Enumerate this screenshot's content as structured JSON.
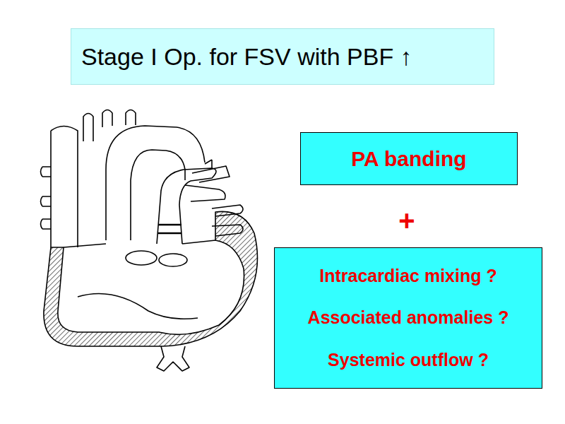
{
  "diagram": {
    "title": "Stage I Op. for FSV with PBF ↑",
    "nodes": [
      {
        "text": [
          "PA banding"
        ]
      },
      {
        "text": [
          "Intracardiac mixing ?",
          "Associated anomalies ?",
          "Systemic outflow ?"
        ]
      }
    ],
    "labels": [
      "+"
    ]
  }
}
